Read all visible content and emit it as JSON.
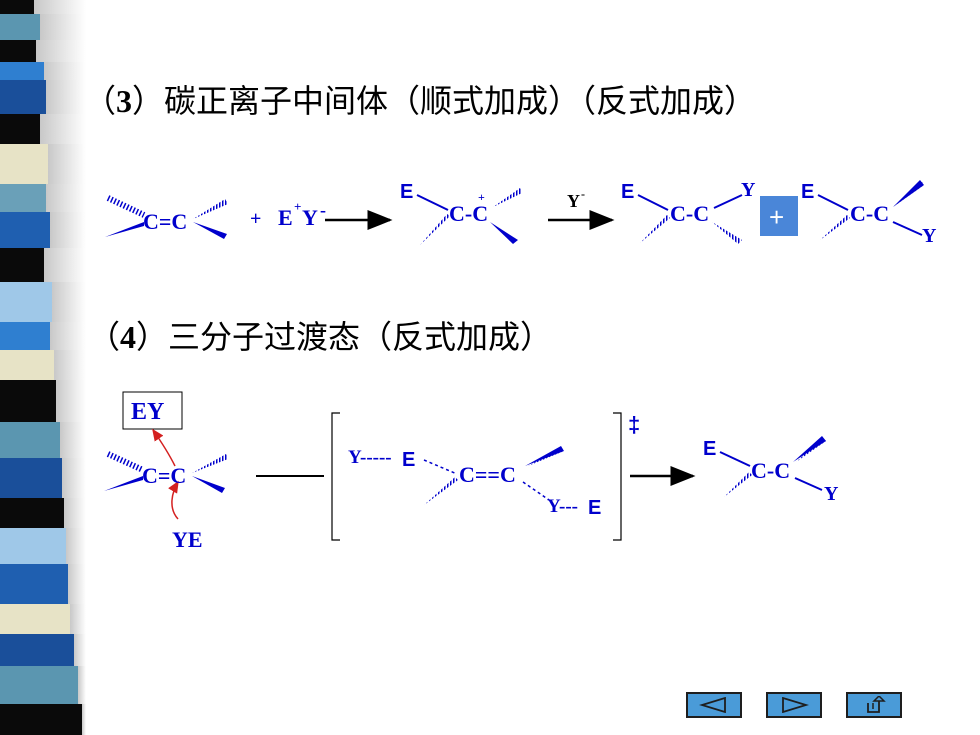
{
  "slide": {
    "heading3": {
      "num": "3",
      "text": "碳正离子中间体（顺式加成）（反式加成）"
    },
    "heading4": {
      "num": "4",
      "text": "三分子过渡态（反式加成）"
    },
    "colors": {
      "bond_blue": "#0000cc",
      "accent_red": "#d42020",
      "plus_box": "#4a86d8",
      "nav_button": "#4a9bd8"
    }
  },
  "scheme3": {
    "alkene": "C=C",
    "reagent": {
      "plus": "+",
      "E": "E",
      "Y": "Y",
      "charge_pos": "+",
      "charge_neg": "-"
    },
    "carbocation": {
      "E": "E",
      "core": "C-C",
      "charge": "+"
    },
    "arrow2": {
      "Y": "Y",
      "charge": "-"
    },
    "product_a": {
      "E": "E",
      "core": "C-C",
      "Y": "Y"
    },
    "plus_box": "+",
    "product_b": {
      "E": "E",
      "core": "C-C",
      "Y": "Y"
    }
  },
  "scheme4": {
    "reagent_top": "EY",
    "alkene": "C=C",
    "reagent_bottom": "YE",
    "ts": {
      "Y1": "Y",
      "dashes1": "-----",
      "E1": "E",
      "core": "C==C",
      "Y2": "Y",
      "dashes2": "---",
      "E2": "E"
    },
    "dagger": "‡",
    "product": {
      "E": "E",
      "core": "C-C",
      "Y": "Y"
    }
  },
  "nav": {
    "prev_icon": "left-triangle-icon",
    "next_icon": "right-triangle-icon",
    "return_icon": "return-arrow-icon"
  }
}
